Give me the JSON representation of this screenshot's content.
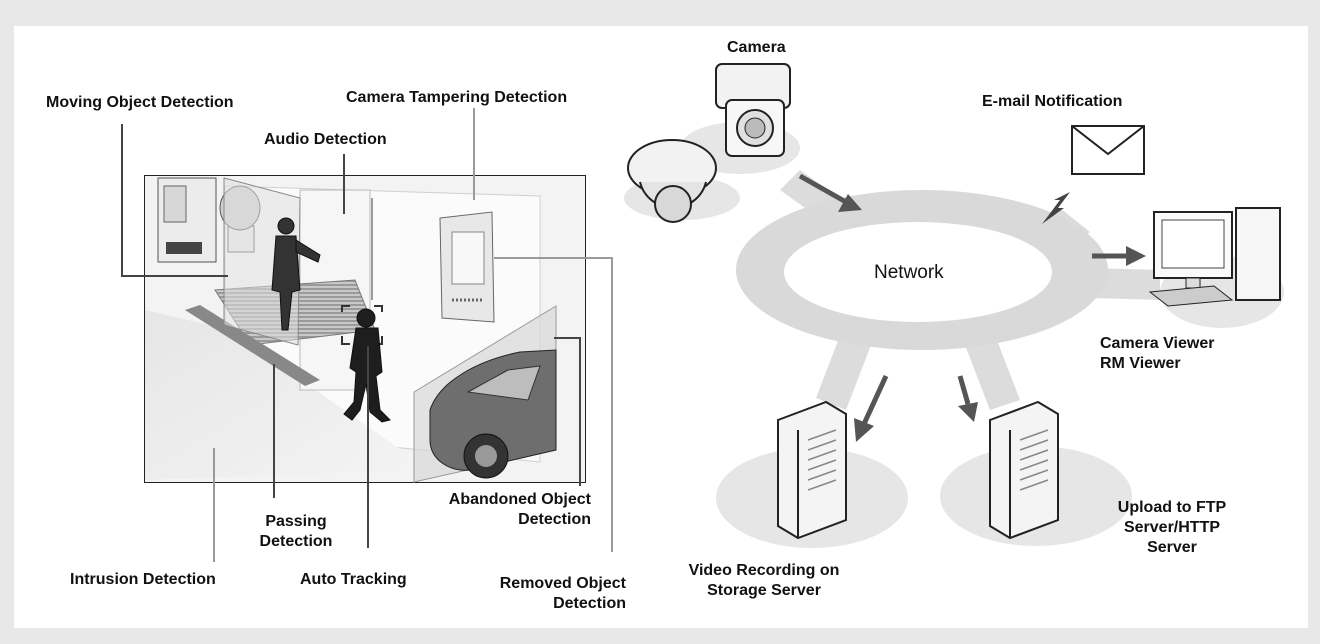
{
  "labels": {
    "moving_object": "Moving Object Detection",
    "camera_tampering": "Camera Tampering Detection",
    "audio": "Audio Detection",
    "abandoned_object_1": "Abandoned Object",
    "abandoned_object_2": "Detection",
    "passing_1": "Passing",
    "passing_2": "Detection",
    "intrusion": "Intrusion Detection",
    "auto_tracking": "Auto Tracking",
    "removed_object_1": "Removed Object",
    "removed_object_2": "Detection",
    "camera": "Camera",
    "email": "E-mail Notification",
    "network": "Network",
    "viewer_1": "Camera Viewer",
    "viewer_2": "RM Viewer",
    "recording_1": "Video Recording on",
    "recording_2": "Storage Server",
    "upload_1": "Upload to FTP",
    "upload_2": "Server/HTTP",
    "upload_3": "Server"
  },
  "icons": [
    "ptz-camera-icon",
    "dome-camera-icon",
    "envelope-icon",
    "lightning-icon",
    "computer-icon",
    "server-icon"
  ],
  "colors": {
    "background": "#e8e8e8",
    "panel": "#ffffff",
    "network_gray": "#d9d9d9",
    "arrow": "#555555"
  }
}
